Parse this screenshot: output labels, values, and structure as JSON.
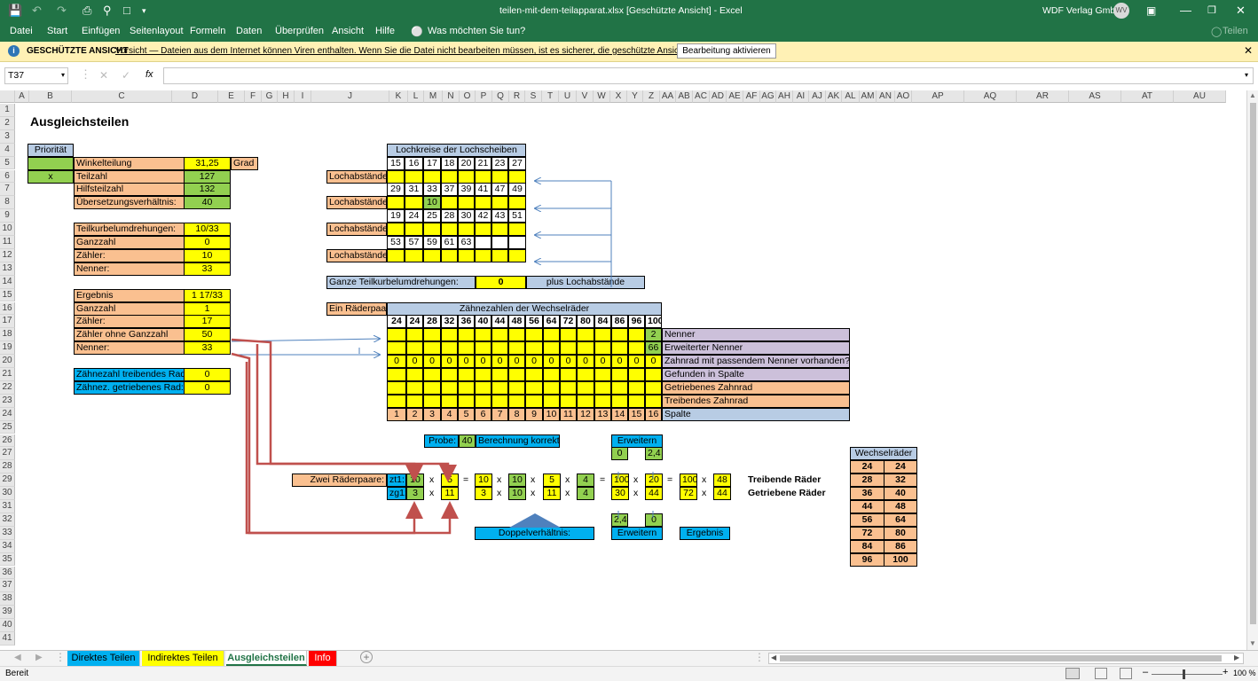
{
  "titlebar": {
    "title": "teilen-mit-dem-teilapparat.xlsx  [Geschützte Ansicht]  -  Excel",
    "user": "WDF Verlag GmbH",
    "initials": "WV"
  },
  "menu": [
    "Datei",
    "Start",
    "Einfügen",
    "Seitenlayout",
    "Formeln",
    "Daten",
    "Überprüfen",
    "Ansicht",
    "Hilfe",
    "Was möchten Sie tun?"
  ],
  "share": "Teilen",
  "protected": {
    "label": "GESCHÜTZTE ANSICHT",
    "message": "Vorsicht — Dateien aus dem Internet können Viren enthalten. Wenn Sie die Datei nicht bearbeiten müssen, ist es sicherer, die geschützte Ansicht beizubehalten.",
    "button": "Bearbeitung aktivieren"
  },
  "formula": {
    "namebox": "T37",
    "fx": "fx",
    "content": ""
  },
  "columns": [
    "A",
    "B",
    "C",
    "D",
    "E",
    "F",
    "G",
    "H",
    "I",
    "J",
    "K",
    "L",
    "M",
    "N",
    "O",
    "P",
    "Q",
    "R",
    "S",
    "T",
    "U",
    "V",
    "W",
    "X",
    "Y",
    "Z",
    "AA",
    "AB",
    "AC",
    "AD",
    "AE",
    "AF",
    "AG",
    "AH",
    "AI",
    "AJ",
    "AK",
    "AL",
    "AM",
    "AN",
    "AO",
    "AP",
    "AQ",
    "AR",
    "AS",
    "AT",
    "AU"
  ],
  "rows": [
    "1",
    "2",
    "3",
    "4",
    "5",
    "6",
    "7",
    "8",
    "9",
    "10",
    "11",
    "12",
    "13",
    "14",
    "15",
    "16",
    "17",
    "18",
    "19",
    "20",
    "21",
    "22",
    "23",
    "24",
    "25",
    "26",
    "27",
    "28",
    "29",
    "30",
    "31",
    "32",
    "33",
    "34",
    "35",
    "36",
    "37",
    "38",
    "39",
    "40",
    "41"
  ],
  "sheet": {
    "title": "Ausgleichsteilen",
    "prio": {
      "header": "Priorität",
      "x": "x"
    },
    "left1": [
      [
        "Winkelteilung",
        "31,25"
      ],
      [
        "Teilzahl",
        "127"
      ],
      [
        "Hilfsteilzahl",
        "132"
      ],
      [
        "Übersetzungsverhältnis:",
        "40"
      ]
    ],
    "grad": "Grad",
    "left2": [
      [
        "Teilkurbelumdrehungen:",
        "10/33"
      ],
      [
        "Ganzzahl",
        "0"
      ],
      [
        "Zähler:",
        "10"
      ],
      [
        "Nenner:",
        "33"
      ]
    ],
    "left3": [
      [
        "Ergebnis",
        "1 17/33"
      ],
      [
        "Ganzzahl",
        "1"
      ],
      [
        "Zähler:",
        "17"
      ],
      [
        "Zähler ohne Ganzzahl",
        "50"
      ],
      [
        "Nenner:",
        "33"
      ]
    ],
    "left4": [
      [
        "Zähnezahl treibendes Rad:",
        "0"
      ],
      [
        "Zähnez. getriebenes Rad:",
        "0"
      ]
    ],
    "lochkreise": {
      "header": "Lochkreise der Lochscheiben",
      "rows": [
        [
          "15",
          "16",
          "17",
          "18",
          "20",
          "21",
          "23",
          "27"
        ],
        [
          "29",
          "31",
          "33",
          "37",
          "39",
          "41",
          "47",
          "49"
        ],
        [
          "19",
          "24",
          "25",
          "28",
          "30",
          "42",
          "43",
          "51"
        ],
        [
          "53",
          "57",
          "59",
          "61",
          "63",
          "",
          "",
          ""
        ]
      ],
      "label": "Lochabstände",
      "highlight": "10"
    },
    "ganze": {
      "label": "Ganze Teilkurbelumdrehungen:",
      "value": "0",
      "plus": "plus Lochabstände"
    },
    "raeder": {
      "paar": "Ein Räderpaar",
      "header": "Zähnezahlen der Wechselräder",
      "teeth": [
        "24",
        "24",
        "28",
        "32",
        "36",
        "40",
        "44",
        "48",
        "56",
        "64",
        "72",
        "80",
        "84",
        "86",
        "96",
        "100"
      ],
      "nenner": "2",
      "erw": "66",
      "zeros": [
        "0",
        "0",
        "0",
        "0",
        "0",
        "0",
        "0",
        "0",
        "0",
        "0",
        "0",
        "0",
        "0",
        "0",
        "0",
        "0"
      ],
      "spalte": [
        "1",
        "2",
        "3",
        "4",
        "5",
        "6",
        "7",
        "8",
        "9",
        "10",
        "11",
        "12",
        "13",
        "14",
        "15",
        "16"
      ],
      "labels": [
        "Nenner",
        "Erweiterter Nenner",
        "Zahnrad mit passendem Nenner vorhanden?",
        "Gefunden in Spalte",
        "Getriebenes Zahnrad",
        "Treibendes Zahnrad",
        "Spalte"
      ]
    },
    "probe": {
      "label": "Probe:",
      "value": "40",
      "result": "Berechnung korrekt"
    },
    "zwei": {
      "label": "Zwei Räderpaare:",
      "zt": "zt1:",
      "zg": "zg1:",
      "r29": [
        "10",
        "x",
        "5",
        "=",
        "10",
        "x",
        "10",
        "x",
        "5",
        "x",
        "4",
        "=",
        "100",
        "x",
        "20",
        "=",
        "100",
        "x",
        "48"
      ],
      "r30": [
        "3",
        "x",
        "11",
        "3",
        "x",
        "10",
        "x",
        "11",
        "x",
        "4",
        "30",
        "x",
        "44",
        "72",
        "x",
        "44"
      ],
      "treib": "Treibende Räder",
      "getr": "Getriebene Räder",
      "erweitern": "Erweitern",
      "erwTop": [
        "0",
        "2,4"
      ],
      "erwBot": [
        "2,4",
        "0"
      ],
      "doppel": "Doppelverhältnis:",
      "ergebnis": "Ergebnis"
    },
    "wechsel": {
      "header": "Wechselräder",
      "rows": [
        [
          "24",
          "24"
        ],
        [
          "28",
          "32"
        ],
        [
          "36",
          "40"
        ],
        [
          "44",
          "48"
        ],
        [
          "56",
          "64"
        ],
        [
          "72",
          "80"
        ],
        [
          "84",
          "86"
        ],
        [
          "96",
          "100"
        ]
      ]
    }
  },
  "tabs": [
    "Direktes Teilen",
    "Indirektes Teilen",
    "Ausgleichsteilen",
    "Info"
  ],
  "status": {
    "ready": "Bereit",
    "zoom": "100 %"
  },
  "colors": {
    "excel": "#217346",
    "yellow": "#ffff00",
    "green": "#92d050",
    "orange": "#fac090",
    "purple": "#ccc0da",
    "lightblue": "#b8cce4",
    "cyan": "#00b0f0",
    "arrowRed": "#c0504d",
    "arrowBlue": "#4f81bd"
  }
}
